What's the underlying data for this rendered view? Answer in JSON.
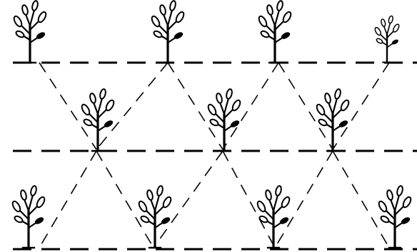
{
  "figure": {
    "subject": "triangular-planting-pattern",
    "rows": 3,
    "plants_per_row": [
      4,
      3,
      4
    ],
    "color_ink": "#000000",
    "color_background": "#ffffff"
  }
}
